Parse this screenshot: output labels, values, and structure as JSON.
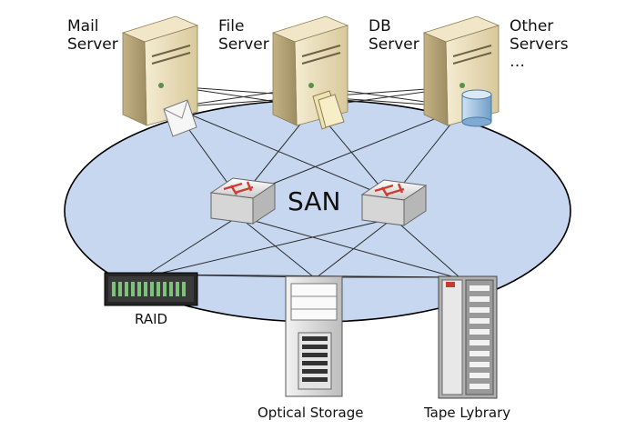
{
  "network_label": "SAN",
  "servers": [
    {
      "line1": "Mail",
      "line2": "Server",
      "icon": "envelope-icon"
    },
    {
      "line1": "File",
      "line2": "Server",
      "icon": "folder-icon"
    },
    {
      "line1": "DB",
      "line2": "Server",
      "icon": "database-icon"
    },
    {
      "line1": "Other",
      "line2": "Servers",
      "line3": "…",
      "icon": "none"
    }
  ],
  "storage": [
    {
      "label": "RAID",
      "icon": "raid-array-icon"
    },
    {
      "label": "Optical Storage",
      "icon": "optical-storage-icon"
    },
    {
      "label": "Tape Lybrary",
      "icon": "tape-library-icon"
    }
  ],
  "switches": [
    {
      "icon": "switch-icon"
    },
    {
      "icon": "switch-icon"
    }
  ],
  "colors": {
    "ellipse_fill": "#c6d7ef",
    "ellipse_stroke": "#000000",
    "server_beige": "#e9dcb4",
    "server_dark": "#b9a97c",
    "switch_arrow": "#d23b30",
    "cylinder_blue": "#9fc2e4"
  }
}
